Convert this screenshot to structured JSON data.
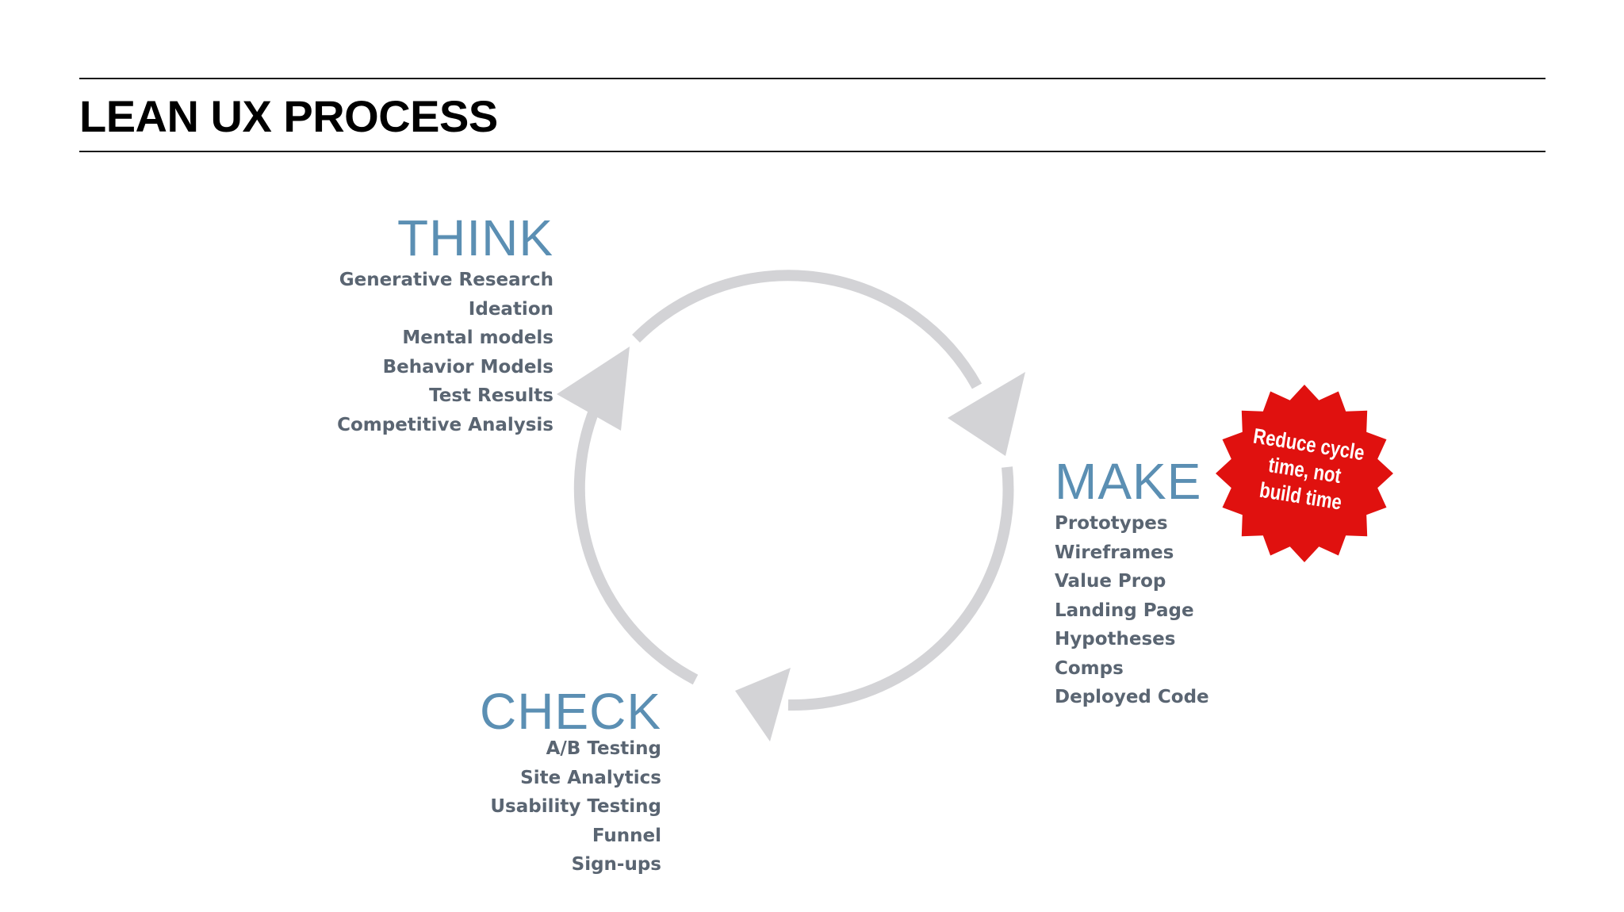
{
  "slide": {
    "title": "LEAN UX PROCESS"
  },
  "stages": {
    "think": {
      "heading": "THINK",
      "items": [
        "Generative Research",
        "Ideation",
        "Mental models",
        "Behavior Models",
        "Test Results",
        "Competitive Analysis"
      ]
    },
    "make": {
      "heading": "MAKE",
      "items": [
        "Prototypes",
        "Wireframes",
        "Value Prop",
        "Landing Page",
        "Hypotheses",
        "Comps",
        "Deployed Code"
      ]
    },
    "check": {
      "heading": "CHECK",
      "items": [
        "A/B Testing",
        "Site Analytics",
        "Usability Testing",
        "Funnel",
        "Sign-ups"
      ]
    }
  },
  "badge": {
    "line1": "Reduce cycle",
    "line2": "time, not",
    "line3": "build time"
  },
  "colors": {
    "heading": "#5b8fb3",
    "item_text": "#5a6572",
    "arrow": "#d3d3d6",
    "badge_fill": "#e0110f",
    "badge_text": "#ffffff",
    "rule": "#1a1a1a"
  }
}
